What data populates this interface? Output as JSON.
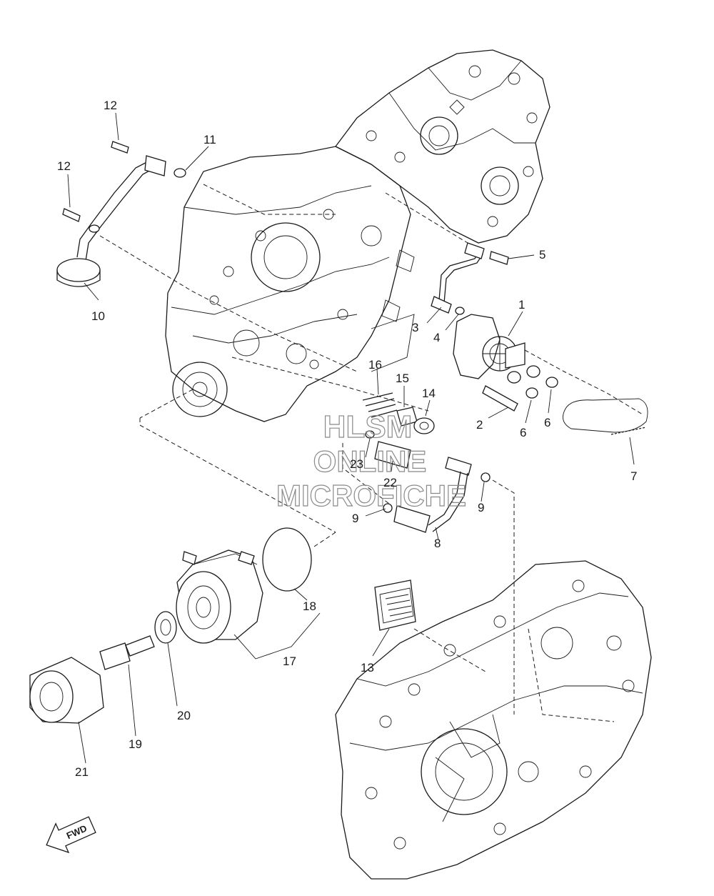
{
  "watermark": {
    "line1": "HLSM",
    "line2": "ONLINE",
    "line3": "MICROFICHE"
  },
  "direction_label": "FWD",
  "callouts": [
    {
      "id": "c1",
      "number": "1"
    },
    {
      "id": "c2",
      "number": "2"
    },
    {
      "id": "c3",
      "number": "3"
    },
    {
      "id": "c4",
      "number": "4"
    },
    {
      "id": "c5",
      "number": "5"
    },
    {
      "id": "c6a",
      "number": "6"
    },
    {
      "id": "c6b",
      "number": "6"
    },
    {
      "id": "c7",
      "number": "7"
    },
    {
      "id": "c8",
      "number": "8"
    },
    {
      "id": "c9a",
      "number": "9"
    },
    {
      "id": "c9b",
      "number": "9"
    },
    {
      "id": "c10",
      "number": "10"
    },
    {
      "id": "c11",
      "number": "11"
    },
    {
      "id": "c12a",
      "number": "12"
    },
    {
      "id": "c12b",
      "number": "12"
    },
    {
      "id": "c13",
      "number": "13"
    },
    {
      "id": "c14",
      "number": "14"
    },
    {
      "id": "c15",
      "number": "15"
    },
    {
      "id": "c16",
      "number": "16"
    },
    {
      "id": "c17",
      "number": "17"
    },
    {
      "id": "c18",
      "number": "18"
    },
    {
      "id": "c19",
      "number": "19"
    },
    {
      "id": "c20",
      "number": "20"
    },
    {
      "id": "c21",
      "number": "21"
    },
    {
      "id": "c22",
      "number": "22"
    },
    {
      "id": "c23",
      "number": "23"
    }
  ]
}
